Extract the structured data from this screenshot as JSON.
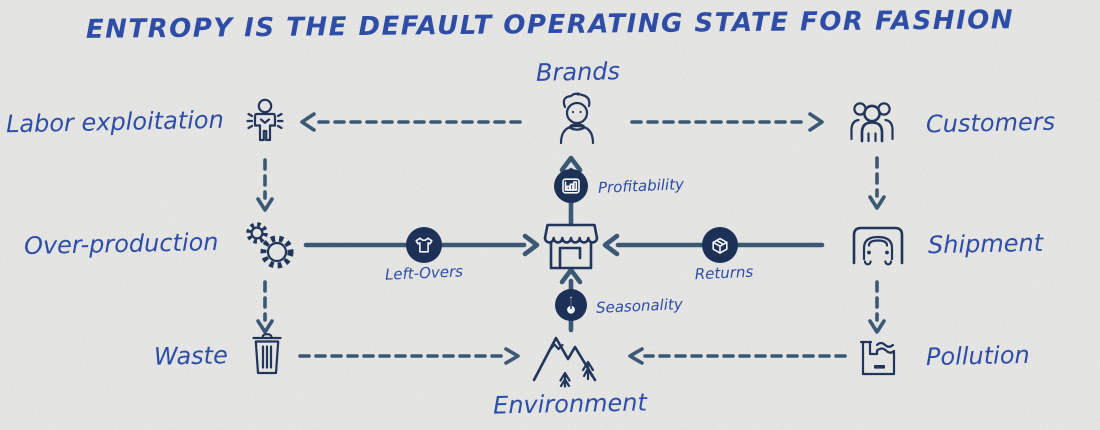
{
  "title": "ENTROPY IS THE DEFAULT OPERATING STATE FOR FASHION",
  "colors": {
    "background": "#e9e9e7",
    "handwriting_blue": "#2e4da6",
    "icon_navy": "#22365c",
    "arrow_slate": "#3b5875",
    "badge_navy": "#1d3156",
    "glyph_white": "#f4f6fa"
  },
  "nodes": {
    "brands": "Brands",
    "labor_exploitation": "Labor exploitation",
    "customers": "Customers",
    "over_production": "Over-production",
    "shipment": "Shipment",
    "waste": "Waste",
    "environment": "Environment",
    "pollution": "Pollution"
  },
  "flow_badges": {
    "profitability": "Profitability",
    "left_overs": "Left-Overs",
    "returns": "Returns",
    "seasonality": "Seasonality"
  },
  "icons": {
    "brands": "beret-designer-person",
    "labor_exploitation": "sewing-worker-person",
    "customers": "people-group",
    "over_production": "gears",
    "store": "storefront",
    "shipment": "delivery-truck",
    "waste": "trash-can",
    "environment": "mountain-with-trees",
    "pollution": "factory",
    "profitability": "bar-chart",
    "left_overs": "t-shirt",
    "returns": "package-box",
    "seasonality": "thermometer"
  }
}
